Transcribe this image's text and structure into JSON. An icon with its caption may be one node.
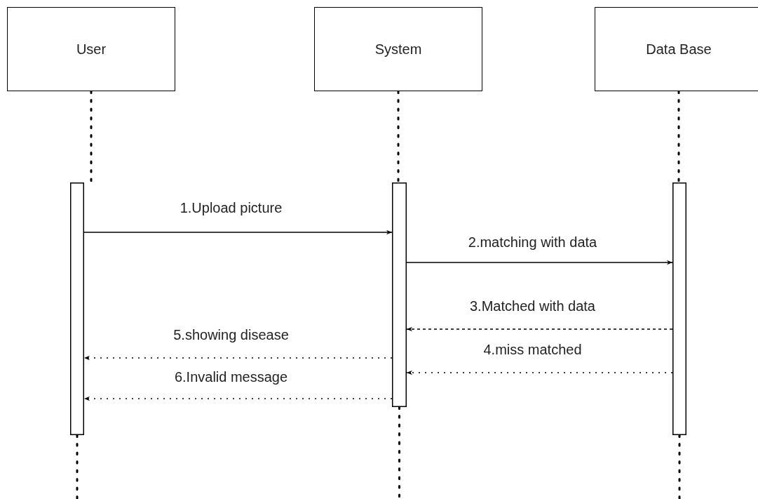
{
  "diagram": {
    "nodes": [
      {
        "text": [
          "User"
        ]
      },
      {
        "text": [
          "System"
        ]
      },
      {
        "text": [
          "Data Base"
        ]
      },
      {
        "text": [],
        "shape": "bar"
      },
      {
        "text": [],
        "shape": "bar"
      },
      {
        "text": [],
        "shape": "bar"
      }
    ],
    "edges": [
      {
        "from": 3,
        "to": 4,
        "arrow": "to",
        "label": "1.Upload picture"
      },
      {
        "from": 4,
        "to": 5,
        "arrow": "to",
        "label": "2.matching with data"
      },
      {
        "from": 5,
        "to": 4,
        "arrow": "to",
        "label": "3.Matched with data",
        "style": "dashed"
      },
      {
        "from": 5,
        "to": 4,
        "arrow": "to",
        "label": "4.miss matched",
        "style": "dashed"
      },
      {
        "from": 4,
        "to": 3,
        "arrow": "to",
        "label": "5.showing disease",
        "style": "dashed"
      },
      {
        "from": 4,
        "to": 3,
        "arrow": "to",
        "label": "6.Invalid message",
        "style": "dashed"
      },
      {
        "from": 0,
        "to": 3,
        "arrow": "none",
        "style": "dashed"
      },
      {
        "from": 1,
        "to": 4,
        "arrow": "none",
        "style": "dashed"
      },
      {
        "from": 2,
        "to": 5,
        "arrow": "none",
        "style": "dashed"
      },
      {
        "from": 3,
        "to": null,
        "arrow": "none",
        "style": "dashed"
      },
      {
        "from": 4,
        "to": null,
        "arrow": "none",
        "style": "dashed"
      },
      {
        "from": 5,
        "to": null,
        "arrow": "none",
        "style": "dashed"
      }
    ]
  }
}
